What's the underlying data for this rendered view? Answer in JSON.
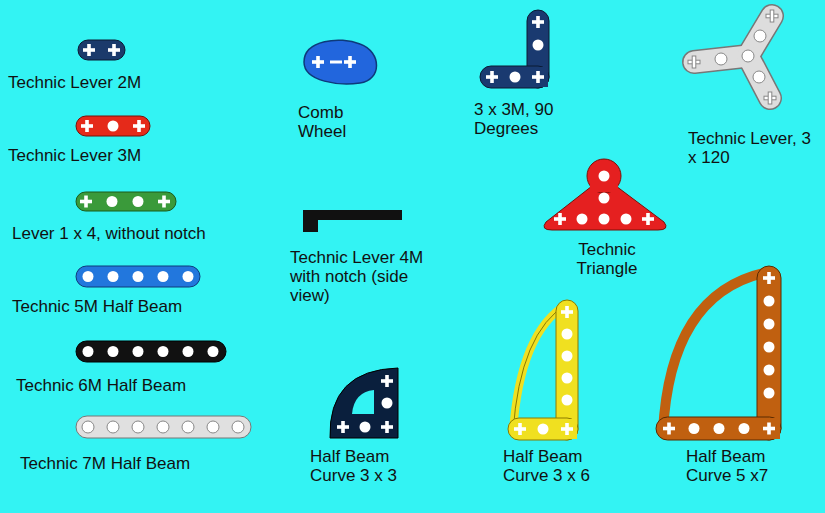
{
  "diagram": {
    "labels": [
      "Technic Lever 2M",
      "Technic Lever 3M",
      "Lever 1 x 4, without notch",
      "Technic 5M Half Beam",
      "Technic 6M Half Beam",
      "Technic 7M Half Beam",
      "Comb Wheel",
      "Technic Lever 4M with notch (side view)",
      "3 x 3M, 90 Degrees",
      "Technic Lever, 3 x 120",
      "Technic Triangle",
      "Half Beam Curve 3 x 3",
      "Half Beam Curve 3 x 6",
      "Half Beam Curve 5 x7"
    ]
  }
}
